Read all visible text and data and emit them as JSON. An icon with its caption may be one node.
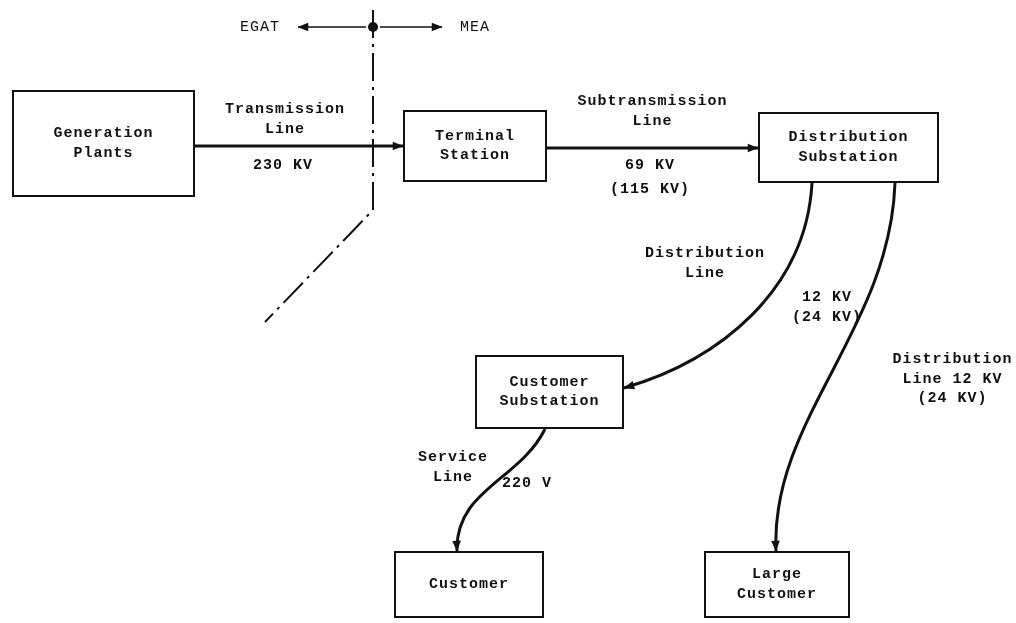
{
  "diagram": {
    "nodes": [
      {
        "text": [
          "Generation Plants"
        ]
      },
      {
        "text": [
          "Terminal Station"
        ]
      },
      {
        "text": [
          "Distribution Substation"
        ]
      },
      {
        "text": [
          "Customer Substation"
        ]
      },
      {
        "text": [
          "Customer"
        ]
      },
      {
        "text": [
          "Large Customer"
        ]
      }
    ],
    "edges": [
      {
        "from": 0,
        "to": 1,
        "arrow": "to",
        "label": "Transmission Line"
      },
      {
        "from": 1,
        "to": 2,
        "arrow": "to",
        "label": "Subtransmission Line"
      },
      {
        "from": 2,
        "to": 3,
        "arrow": "to",
        "label": "Distribution Line"
      },
      {
        "from": 2,
        "to": 5,
        "arrow": "to",
        "label": "Distribution Line 12 KV (24 KV)"
      },
      {
        "from": 3,
        "to": 4,
        "arrow": "to",
        "label": "Service Line"
      }
    ],
    "labels": [
      "EGAT",
      "MEA",
      "230 KV",
      "69 KV",
      "(115 KV)",
      "12 KV (24 KV)",
      "220 V"
    ]
  }
}
